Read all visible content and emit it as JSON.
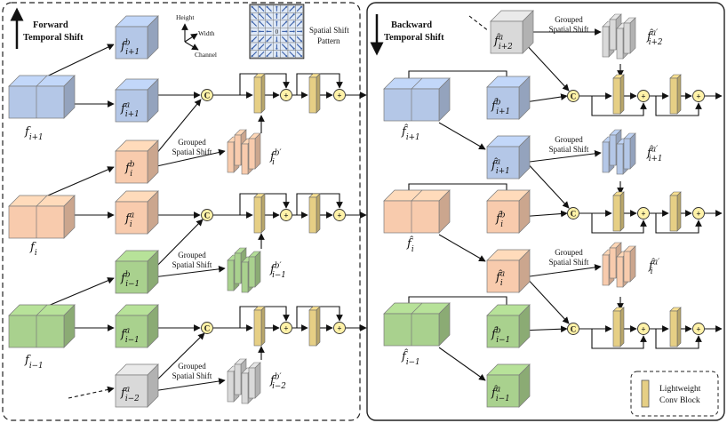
{
  "panels": {
    "forward": {
      "title_line1": "Forward",
      "title_line2": "Temporal Shift"
    },
    "backward": {
      "title_line1": "Backward",
      "title_line2": "Temporal Shift"
    }
  },
  "axes_legend": {
    "height": "Height",
    "width": "Width",
    "channel": "Channel"
  },
  "spatial_pattern": {
    "label_line1": "Spatial Shift",
    "label_line2": "Pattern",
    "center": "0"
  },
  "operators": {
    "concat": "C",
    "add": "+"
  },
  "grouped_label": {
    "line1": "Grouped",
    "line2": "Spatial Shift"
  },
  "legend": {
    "line1": "Lightweight",
    "line2": "Conv Block"
  },
  "forward_labels": {
    "f_next": {
      "base": "f",
      "sub": "i+1"
    },
    "f_cur": {
      "base": "f",
      "sub": "i"
    },
    "f_prev": {
      "base": "f",
      "sub": "i−1"
    },
    "fb_next": {
      "base": "f",
      "sup": "b",
      "sub": "i+1"
    },
    "fa_next": {
      "base": "f",
      "sup": "a",
      "sub": "i+1"
    },
    "fb_cur": {
      "base": "f",
      "sup": "b",
      "sub": "i"
    },
    "fa_cur": {
      "base": "f",
      "sup": "a",
      "sub": "i"
    },
    "fb_prev": {
      "base": "f",
      "sup": "b",
      "sub": "i−1"
    },
    "fa_prev": {
      "base": "f",
      "sup": "a",
      "sub": "i−1"
    },
    "fa_prev2": {
      "base": "f",
      "sup": "a",
      "sub": "i−2"
    },
    "fbp_cur": {
      "base": "f",
      "sup": "b′",
      "sub": "i"
    },
    "fbp_prev": {
      "base": "f",
      "sup": "b′",
      "sub": "i−1"
    },
    "fbp_prev2": {
      "base": "f",
      "sup": "b′",
      "sub": "i−2"
    }
  },
  "backward_labels": {
    "h_next": {
      "base": "f̂",
      "sub": "i+1"
    },
    "h_cur": {
      "base": "f̂",
      "sub": "i"
    },
    "h_prev": {
      "base": "f̂",
      "sub": "i−1"
    },
    "ha_next2": {
      "base": "f̂",
      "sup": "a",
      "sub": "i+2"
    },
    "hap_next2": {
      "base": "f̂",
      "sup": "a′",
      "sub": "i+2"
    },
    "hb_next": {
      "base": "f̂",
      "sup": "b",
      "sub": "i+1"
    },
    "ha_next": {
      "base": "f̂",
      "sup": "a",
      "sub": "i+1"
    },
    "hap_next": {
      "base": "f̂",
      "sup": "a′",
      "sub": "i+1"
    },
    "hb_cur": {
      "base": "f̂",
      "sup": "b",
      "sub": "i"
    },
    "ha_cur": {
      "base": "f̂",
      "sup": "a",
      "sub": "i"
    },
    "hap_cur": {
      "base": "f̂",
      "sup": "a′",
      "sub": "i"
    },
    "hb_prev": {
      "base": "f̂",
      "sup": "b",
      "sub": "i−1"
    },
    "ha_prev": {
      "base": "f̂",
      "sup": "a",
      "sub": "i−1"
    }
  },
  "colors": {
    "blue": "#b4c7e7",
    "pink": "#f8cbad",
    "green": "#a9d18e",
    "gray": "#d9d9d9",
    "conv": "#e6cf85",
    "circle": "#fff2a8"
  }
}
